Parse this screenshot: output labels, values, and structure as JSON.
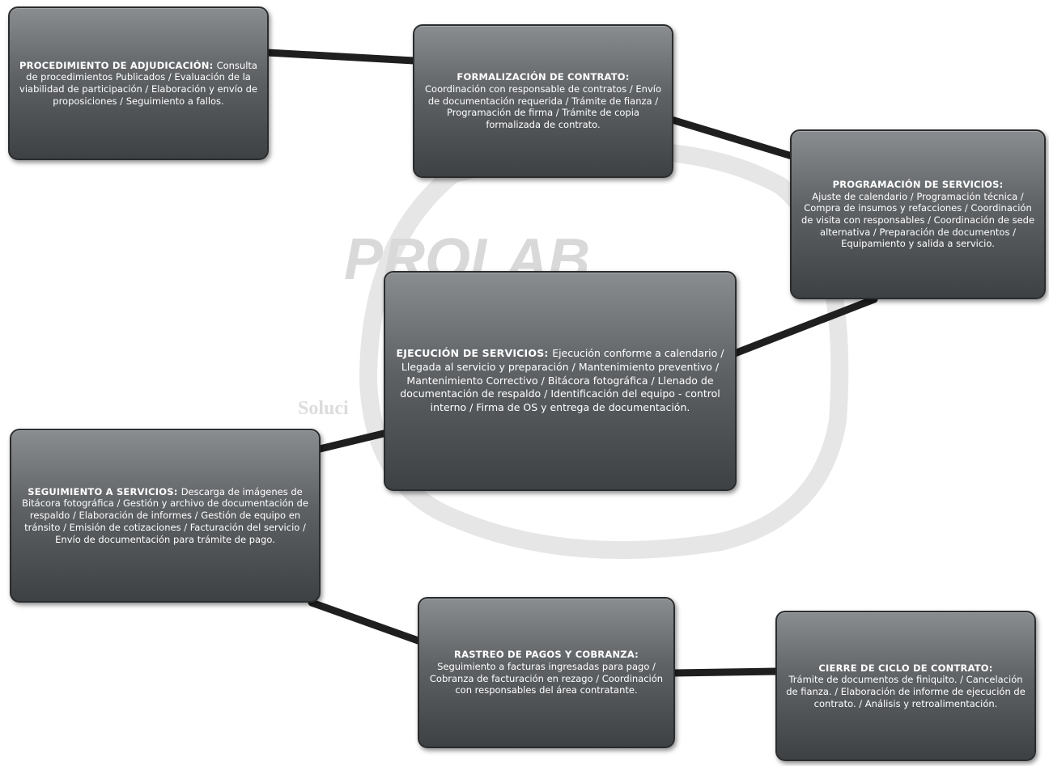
{
  "watermark": {
    "brand_text": "PROLAB",
    "sub_text": "Soluci"
  },
  "colors": {
    "box_dark": "#3e4143",
    "box_light": "#8a8d90",
    "connector": "#1f1f1f",
    "watermark": "#d9d9d9"
  },
  "steps": [
    {
      "id": "procedimiento",
      "title": "PROCEDIMIENTO DE ADJUDICACIÓN:",
      "text": "Consulta de procedimientos Publicados / Evaluación de la viabilidad de participación / Elaboración y envío de proposiciones / Seguimiento a fallos."
    },
    {
      "id": "formalizacion",
      "title": "FORMALIZACIÓN DE CONTRATO:",
      "text": "Coordinación con responsable de contratos / Envío de documentación requerida / Trámite de fianza / Programación de firma / Trámite de copia formalizada de contrato."
    },
    {
      "id": "programacion",
      "title": "PROGRAMACIÓN DE SERVICIOS:",
      "text": "Ajuste de calendario / Programación técnica / Compra de insumos y refacciones / Coordinación de visita con responsables / Coordinación de sede alternativa / Preparación de documentos / Equipamiento y salida a servicio."
    },
    {
      "id": "ejecucion",
      "title": "EJECUCIÓN DE SERVICIOS:",
      "text": "Ejecución conforme a calendario / Llegada al servicio y preparación / Mantenimiento preventivo / Mantenimiento Correctivo / Bitácora fotográfica / Llenado de documentación de respaldo / Identificación del equipo - control interno / Firma de OS y entrega de documentación."
    },
    {
      "id": "seguimiento",
      "title": "SEGUIMIENTO A SERVICIOS:",
      "text": "Descarga de imágenes de Bitácora fotográfica / Gestión y archivo de documentación de respaldo / Elaboración de informes / Gestión de equipo en tránsito / Emisión de cotizaciones / Facturación del servicio / Envío de documentación para trámite de pago."
    },
    {
      "id": "rastreo",
      "title": "RASTREO DE PAGOS Y COBRANZA:",
      "text": "Seguimiento a facturas ingresadas para pago / Cobranza de facturación en rezago / Coordinación con responsables del área contratante."
    },
    {
      "id": "cierre",
      "title": "CIERRE DE CICLO DE CONTRATO:",
      "text": "Trámite de documentos de finiquito. / Cancelación de fianza. / Elaboración de informe de ejecución de contrato. / Análisis y retroalimentación."
    }
  ]
}
